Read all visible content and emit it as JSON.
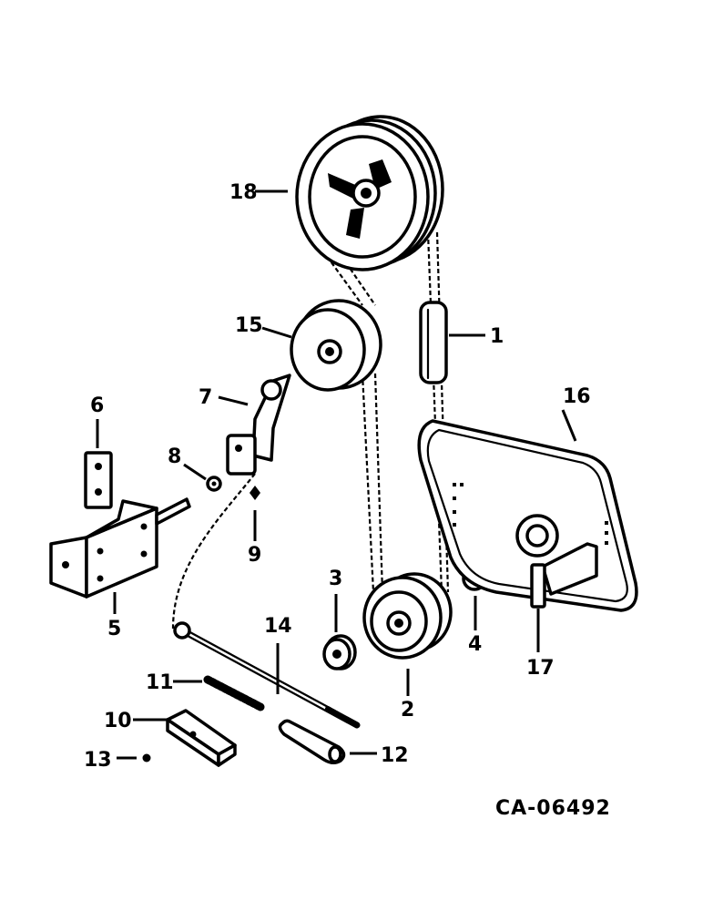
{
  "drawing_code": "CA-06492",
  "callouts": {
    "c1": "1",
    "c2": "2",
    "c3": "3",
    "c4": "4",
    "c5": "5",
    "c6": "6",
    "c7": "7",
    "c8": "8",
    "c9": "9",
    "c10": "10",
    "c11": "11",
    "c12": "12",
    "c13": "13",
    "c14": "14",
    "c15": "15",
    "c16": "16",
    "c17": "17",
    "c18": "18"
  }
}
